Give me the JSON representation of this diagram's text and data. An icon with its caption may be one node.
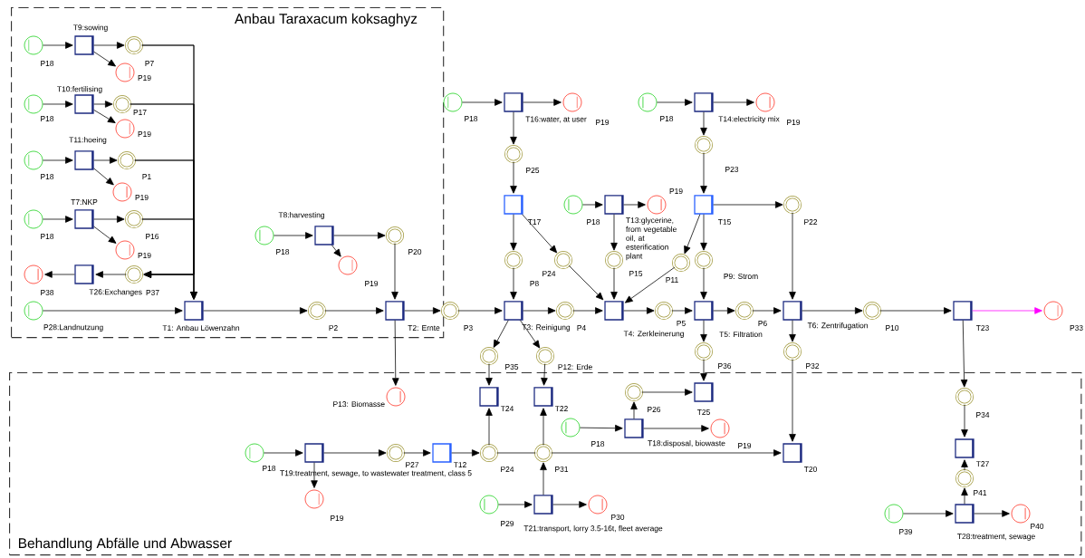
{
  "diagram": {
    "nodes": [
      {
        "text": [
          "Anbau Taraxacum koksaghyz"
        ]
      },
      {
        "text": [
          "Behandlung Abfälle und Abwasser"
        ]
      },
      {
        "text": [],
        "shape": "circle",
        "beside": [
          "P18"
        ],
        "in": 0
      },
      {
        "text": [],
        "shape": "box",
        "beside": [
          "T9:sowing"
        ],
        "in": 0
      },
      {
        "text": [],
        "shape": "circle",
        "beside": [
          "P7"
        ],
        "in": 0
      },
      {
        "text": [],
        "shape": "circle",
        "beside": [
          "P19"
        ],
        "in": 0
      },
      {
        "text": [],
        "shape": "circle",
        "beside": [
          "P18"
        ],
        "in": 0
      },
      {
        "text": [],
        "shape": "box",
        "beside": [
          "T10:fertilising"
        ],
        "in": 0
      },
      {
        "text": [],
        "shape": "circle",
        "beside": [
          "P17"
        ],
        "in": 0
      },
      {
        "text": [],
        "shape": "circle",
        "beside": [
          "P19"
        ],
        "in": 0
      },
      {
        "text": [],
        "shape": "circle",
        "beside": [
          "P18"
        ],
        "in": 0
      },
      {
        "text": [],
        "shape": "box",
        "beside": [
          "T11:hoeing"
        ],
        "in": 0
      },
      {
        "text": [],
        "shape": "circle",
        "beside": [
          "P1"
        ],
        "in": 0
      },
      {
        "text": [],
        "shape": "circle",
        "beside": [
          "P19"
        ],
        "in": 0
      },
      {
        "text": [],
        "shape": "circle",
        "beside": [
          "P18"
        ],
        "in": 0
      },
      {
        "text": [],
        "shape": "box",
        "beside": [
          "T7:NKP"
        ],
        "in": 0
      },
      {
        "text": [],
        "shape": "circle",
        "beside": [
          "P16"
        ],
        "in": 0
      },
      {
        "text": [],
        "shape": "circle",
        "beside": [
          "P19"
        ],
        "in": 0
      },
      {
        "text": [],
        "shape": "circle",
        "beside": [
          "P38"
        ],
        "in": 0
      },
      {
        "text": [],
        "shape": "box",
        "beside": [
          "T26:Exchanges"
        ],
        "in": 0
      },
      {
        "text": [],
        "shape": "circle",
        "beside": [
          "P37"
        ],
        "in": 0
      },
      {
        "text": [],
        "shape": "circle",
        "beside": [
          "P28:Landnutzung"
        ],
        "in": 0
      },
      {
        "text": [],
        "shape": "box",
        "beside": [
          "T1: Anbau Löwenzahn"
        ],
        "in": 0
      },
      {
        "text": [],
        "shape": "circle",
        "beside": [
          "P2"
        ],
        "in": 0
      },
      {
        "text": [],
        "shape": "circle",
        "beside": [
          "P18"
        ],
        "in": 0
      },
      {
        "text": [],
        "shape": "box",
        "beside": [
          "T8:harvesting"
        ],
        "in": 0
      },
      {
        "text": [],
        "shape": "circle",
        "beside": [
          "P19"
        ],
        "in": 0
      },
      {
        "text": [],
        "shape": "circle",
        "beside": [
          "P20"
        ],
        "in": 0
      },
      {
        "text": [],
        "shape": "box",
        "beside": [
          "T2: Ernte"
        ],
        "in": 0
      },
      {
        "text": [],
        "shape": "circle",
        "beside": [
          "P3"
        ]
      },
      {
        "text": [],
        "shape": "circle",
        "beside": [
          "P18"
        ]
      },
      {
        "text": [],
        "shape": "box",
        "beside": [
          "T16:water, at user"
        ]
      },
      {
        "text": [],
        "shape": "circle",
        "beside": [
          "P19"
        ]
      },
      {
        "text": [],
        "shape": "circle",
        "beside": [
          "P25"
        ]
      },
      {
        "text": [],
        "shape": "box",
        "beside": [
          "T17"
        ]
      },
      {
        "text": [],
        "shape": "circle",
        "beside": [
          "P8"
        ]
      },
      {
        "text": [],
        "shape": "circle",
        "beside": [
          "P24"
        ]
      },
      {
        "text": [],
        "shape": "circle",
        "beside": [
          "P18"
        ]
      },
      {
        "text": [],
        "shape": "box",
        "beside": [
          "T13:glycerine, from vegetable oil, at esterification plant"
        ]
      },
      {
        "text": [],
        "shape": "circle",
        "beside": [
          "P19"
        ]
      },
      {
        "text": [],
        "shape": "circle",
        "beside": [
          "P15"
        ]
      },
      {
        "text": [],
        "shape": "circle",
        "beside": [
          "P18"
        ]
      },
      {
        "text": [],
        "shape": "box",
        "beside": [
          "T14:electricity mix"
        ]
      },
      {
        "text": [],
        "shape": "circle",
        "beside": [
          "P19"
        ]
      },
      {
        "text": [],
        "shape": "circle",
        "beside": [
          "P23"
        ]
      },
      {
        "text": [],
        "shape": "box",
        "beside": [
          "T15"
        ]
      },
      {
        "text": [],
        "shape": "circle",
        "beside": [
          "P11"
        ]
      },
      {
        "text": [],
        "shape": "circle",
        "beside": [
          "P9: Strom"
        ]
      },
      {
        "text": [],
        "shape": "circle",
        "beside": [
          "P22"
        ]
      },
      {
        "text": [],
        "shape": "box",
        "beside": [
          "T3: Reinigung"
        ]
      },
      {
        "text": [],
        "shape": "circle",
        "beside": [
          "P4"
        ]
      },
      {
        "text": [],
        "shape": "box",
        "beside": [
          "T4: Zerkleinerung"
        ]
      },
      {
        "text": [],
        "shape": "circle",
        "beside": [
          "P5"
        ]
      },
      {
        "text": [],
        "shape": "box",
        "beside": [
          "T5: Filtration"
        ]
      },
      {
        "text": [],
        "shape": "circle",
        "beside": [
          "P6"
        ]
      },
      {
        "text": [],
        "shape": "box",
        "beside": [
          "T6: Zentrifugation"
        ]
      },
      {
        "text": [],
        "shape": "circle",
        "beside": [
          "P10"
        ]
      },
      {
        "text": [],
        "shape": "box",
        "beside": [
          "T23"
        ]
      },
      {
        "text": [],
        "shape": "circle",
        "beside": [
          "P33"
        ]
      },
      {
        "text": [],
        "shape": "circle",
        "beside": [
          "P35"
        ]
      },
      {
        "text": [],
        "shape": "circle",
        "beside": [
          "P12: Erde"
        ]
      },
      {
        "text": [],
        "shape": "circle",
        "beside": [
          "P36"
        ]
      },
      {
        "text": [],
        "shape": "circle",
        "beside": [
          "P32"
        ]
      },
      {
        "text": [],
        "shape": "circle",
        "beside": [
          "P13: Biomasse"
        ],
        "in": 1
      },
      {
        "text": [],
        "shape": "box",
        "beside": [
          "T24"
        ],
        "in": 1
      },
      {
        "text": [],
        "shape": "box",
        "beside": [
          "T22"
        ],
        "in": 1
      },
      {
        "text": [],
        "shape": "circle",
        "beside": [
          "P26"
        ],
        "in": 1
      },
      {
        "text": [],
        "shape": "box",
        "beside": [
          "T25"
        ],
        "in": 1
      },
      {
        "text": [],
        "shape": "circle",
        "beside": [
          "P18"
        ],
        "in": 1
      },
      {
        "text": [],
        "shape": "box",
        "beside": [
          "T18:disposal, biowaste"
        ],
        "in": 1
      },
      {
        "text": [],
        "shape": "circle",
        "beside": [
          "P19"
        ],
        "in": 1
      },
      {
        "text": [],
        "shape": "circle",
        "beside": [
          "P18"
        ],
        "in": 1
      },
      {
        "text": [],
        "shape": "box",
        "in": 1
      },
      {
        "text": [],
        "shape": "circle",
        "beside": [
          "P19"
        ],
        "in": 1
      },
      {
        "text": [],
        "shape": "circle",
        "beside": [
          "P27"
        ],
        "in": 1
      },
      {
        "text": [],
        "shape": "box",
        "beside": [
          "T12"
        ],
        "in": 1
      },
      {
        "text": [],
        "shape": "circle",
        "beside": [
          "P24"
        ],
        "in": 1
      },
      {
        "text": [],
        "shape": "circle",
        "beside": [
          "P31"
        ],
        "in": 1
      },
      {
        "text": [],
        "shape": "box",
        "beside": [
          "T20"
        ],
        "in": 1
      },
      {
        "text": [],
        "shape": "circle",
        "beside": [
          "P29"
        ],
        "in": 1
      },
      {
        "text": [],
        "shape": "box",
        "beside": [
          "T21:transport, lorry 3.5-16t, fleet average"
        ],
        "in": 1
      },
      {
        "text": [],
        "shape": "circle",
        "beside": [
          "P30"
        ],
        "in": 1
      },
      {
        "text": [],
        "shape": "circle",
        "beside": [
          "P34"
        ],
        "in": 1
      },
      {
        "text": [],
        "shape": "box",
        "beside": [
          "T27"
        ],
        "in": 1
      },
      {
        "text": [],
        "shape": "circle",
        "beside": [
          "P41"
        ],
        "in": 1
      },
      {
        "text": [],
        "shape": "circle",
        "beside": [
          "P39"
        ],
        "in": 1
      },
      {
        "text": [],
        "shape": "box",
        "beside": [
          "T28:treatment, sewage"
        ],
        "in": 1
      },
      {
        "text": [],
        "shape": "circle",
        "beside": [
          "P40"
        ],
        "in": 1
      }
    ],
    "edges": [
      {
        "from": 2,
        "to": 3,
        "arrow": "to"
      },
      {
        "from": 3,
        "to": 4,
        "arrow": "to"
      },
      {
        "from": 3,
        "to": 5,
        "arrow": "to"
      },
      {
        "from": 6,
        "to": 7,
        "arrow": "to"
      },
      {
        "from": 7,
        "to": 8,
        "arrow": "to"
      },
      {
        "from": 7,
        "to": 9,
        "arrow": "to"
      },
      {
        "from": 10,
        "to": 11,
        "arrow": "to"
      },
      {
        "from": 11,
        "to": 12,
        "arrow": "to"
      },
      {
        "from": 11,
        "to": 13,
        "arrow": "to"
      },
      {
        "from": 14,
        "to": 15,
        "arrow": "to"
      },
      {
        "from": 15,
        "to": 16,
        "arrow": "to"
      },
      {
        "from": 15,
        "to": 17,
        "arrow": "to"
      },
      {
        "from": 4,
        "to": 22,
        "arrow": "to"
      },
      {
        "from": 4,
        "to": 20,
        "arrow": "to"
      },
      {
        "from": 8,
        "to": 22,
        "arrow": "to"
      },
      {
        "from": 8,
        "to": 20,
        "arrow": "to"
      },
      {
        "from": 12,
        "to": 22,
        "arrow": "to"
      },
      {
        "from": 12,
        "to": 20,
        "arrow": "to"
      },
      {
        "from": 16,
        "to": 22,
        "arrow": "to"
      },
      {
        "from": 16,
        "to": 20,
        "arrow": "to"
      },
      {
        "from": 20,
        "to": 19,
        "arrow": "to"
      },
      {
        "from": 19,
        "to": 18,
        "arrow": "to"
      },
      {
        "from": 21,
        "to": 22,
        "arrow": "to"
      },
      {
        "from": 22,
        "to": 23,
        "arrow": "to"
      },
      {
        "from": 23,
        "to": 28,
        "arrow": "to"
      },
      {
        "from": 24,
        "to": 25,
        "arrow": "to"
      },
      {
        "from": 25,
        "to": 27,
        "arrow": "to"
      },
      {
        "from": 25,
        "to": 26,
        "arrow": "to"
      },
      {
        "from": 27,
        "to": 28,
        "arrow": "to"
      },
      {
        "from": 28,
        "to": 29,
        "arrow": "to"
      },
      {
        "from": 28,
        "to": 63,
        "arrow": "to"
      },
      {
        "from": 29,
        "to": 49,
        "arrow": "to"
      },
      {
        "from": 30,
        "to": 31,
        "arrow": "to"
      },
      {
        "from": 31,
        "to": 32,
        "arrow": "to"
      },
      {
        "from": 31,
        "to": 33,
        "arrow": "to"
      },
      {
        "from": 33,
        "to": 34,
        "arrow": "to"
      },
      {
        "from": 34,
        "to": 35,
        "arrow": "to"
      },
      {
        "from": 34,
        "to": 36,
        "arrow": "to"
      },
      {
        "from": 35,
        "to": 49,
        "arrow": "to"
      },
      {
        "from": 36,
        "to": 51,
        "arrow": "to"
      },
      {
        "from": 37,
        "to": 38,
        "arrow": "to"
      },
      {
        "from": 38,
        "to": 39,
        "arrow": "to"
      },
      {
        "from": 38,
        "to": 40,
        "arrow": "to"
      },
      {
        "from": 40,
        "to": 51,
        "arrow": "to"
      },
      {
        "from": 41,
        "to": 42,
        "arrow": "to"
      },
      {
        "from": 42,
        "to": 43,
        "arrow": "to"
      },
      {
        "from": 42,
        "to": 44,
        "arrow": "to"
      },
      {
        "from": 44,
        "to": 45,
        "arrow": "to"
      },
      {
        "from": 45,
        "to": 46,
        "arrow": "to"
      },
      {
        "from": 45,
        "to": 47,
        "arrow": "to"
      },
      {
        "from": 45,
        "to": 48,
        "arrow": "to"
      },
      {
        "from": 46,
        "to": 51,
        "arrow": "to"
      },
      {
        "from": 47,
        "to": 53,
        "arrow": "to"
      },
      {
        "from": 48,
        "to": 55,
        "arrow": "to"
      },
      {
        "from": 49,
        "to": 50,
        "arrow": "to"
      },
      {
        "from": 50,
        "to": 51,
        "arrow": "to"
      },
      {
        "from": 51,
        "to": 52,
        "arrow": "to"
      },
      {
        "from": 52,
        "to": 53,
        "arrow": "to"
      },
      {
        "from": 53,
        "to": 54,
        "arrow": "to"
      },
      {
        "from": 54,
        "to": 55,
        "arrow": "to"
      },
      {
        "from": 55,
        "to": 56,
        "arrow": "to"
      },
      {
        "from": 56,
        "to": 57,
        "arrow": "to"
      },
      {
        "from": 57,
        "to": 58,
        "arrow": "to",
        "color": "#ff00ff"
      },
      {
        "from": 49,
        "to": 59,
        "arrow": "to"
      },
      {
        "from": 49,
        "to": 60,
        "arrow": "to"
      },
      {
        "from": 59,
        "to": 64,
        "arrow": "to"
      },
      {
        "from": 60,
        "to": 65,
        "arrow": "to"
      },
      {
        "from": 53,
        "to": 61,
        "arrow": "to"
      },
      {
        "from": 61,
        "to": 67,
        "arrow": "to"
      },
      {
        "from": 55,
        "to": 62,
        "arrow": "to"
      },
      {
        "from": 62,
        "to": 78,
        "arrow": "to"
      },
      {
        "from": 57,
        "to": 82,
        "arrow": "to"
      },
      {
        "from": 82,
        "to": 83,
        "arrow": "to"
      },
      {
        "from": 84,
        "to": 83,
        "arrow": "to"
      },
      {
        "from": 86,
        "to": 84,
        "arrow": "to"
      },
      {
        "from": 85,
        "to": 86,
        "arrow": "to"
      },
      {
        "from": 86,
        "to": 87,
        "arrow": "to"
      },
      {
        "from": 68,
        "to": 69,
        "arrow": "to"
      },
      {
        "from": 69,
        "to": 66,
        "arrow": "to"
      },
      {
        "from": 69,
        "to": 70,
        "arrow": "to"
      },
      {
        "from": 66,
        "to": 67,
        "arrow": "to"
      },
      {
        "from": 71,
        "to": 72,
        "arrow": "to"
      },
      {
        "from": 72,
        "to": 74,
        "arrow": "to"
      },
      {
        "from": 72,
        "to": 73,
        "arrow": "to"
      },
      {
        "from": 74,
        "to": 75,
        "arrow": "to"
      },
      {
        "from": 75,
        "to": 76,
        "arrow": "to"
      },
      {
        "from": 76,
        "to": 64,
        "arrow": "to"
      },
      {
        "from": 76,
        "to": 77,
        "arrow": "none"
      },
      {
        "from": 77,
        "to": 65,
        "arrow": "to"
      },
      {
        "from": 77,
        "to": 78,
        "arrow": "to"
      },
      {
        "from": 80,
        "to": 77,
        "arrow": "to"
      },
      {
        "from": 79,
        "to": 80,
        "arrow": "to"
      },
      {
        "from": 80,
        "to": 81,
        "arrow": "to"
      }
    ],
    "labels": [
      "T19:treatment, sewage, to wastewater treatment, class 5"
    ]
  }
}
